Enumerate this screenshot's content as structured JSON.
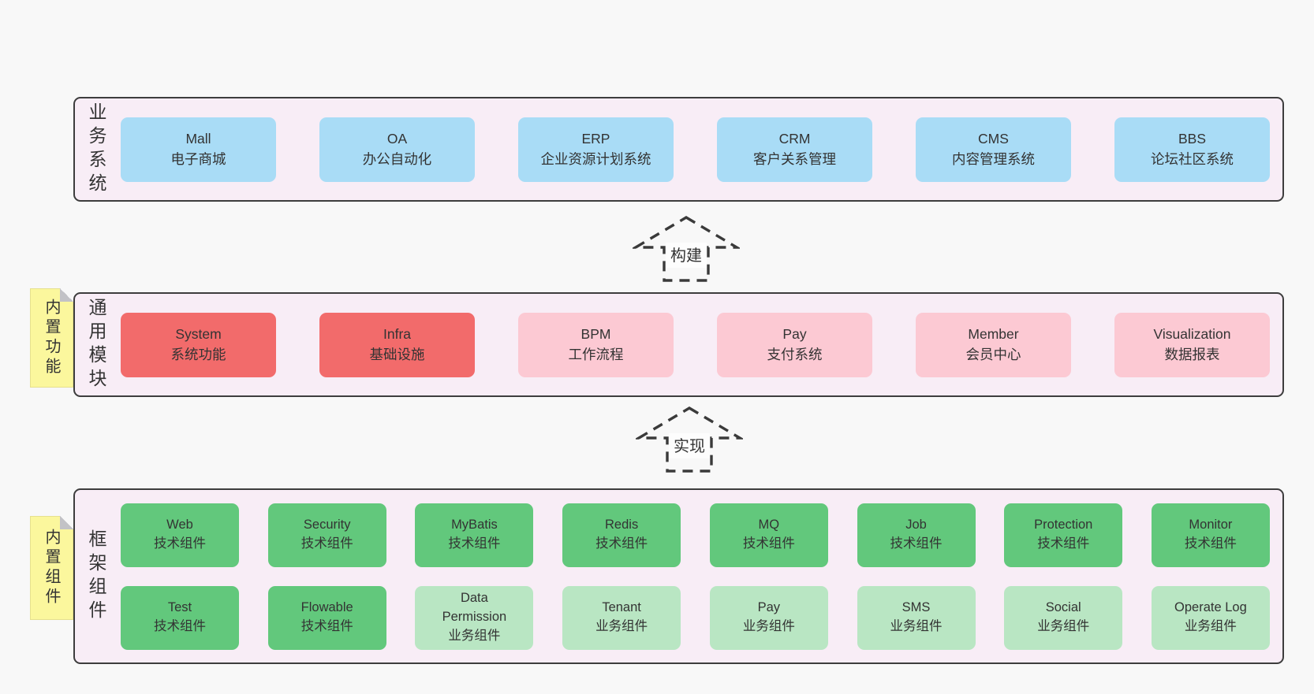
{
  "colors": {
    "page_bg": "#f8f8f8",
    "layer_bg": "#f8edf6",
    "layer_border": "#3d3d3d",
    "blue_box": "#a9dcf6",
    "red_box": "#f26b6b",
    "pink_box": "#fcc9d3",
    "green_box": "#62c87c",
    "light_green_box": "#b9e6c3",
    "note_bg": "#fbf79d",
    "note_fold": "#c2c2c6",
    "text": "#333333"
  },
  "arrows": [
    {
      "label": "构建"
    },
    {
      "label": "实现"
    }
  ],
  "layers": [
    {
      "label": "业务系统",
      "boxes": [
        {
          "name": "Mall",
          "desc": "电子商城"
        },
        {
          "name": "OA",
          "desc": "办公自动化"
        },
        {
          "name": "ERP",
          "desc": "企业资源计划系统"
        },
        {
          "name": "CRM",
          "desc": "客户关系管理"
        },
        {
          "name": "CMS",
          "desc": "内容管理系统"
        },
        {
          "name": "BBS",
          "desc": "论坛社区系统"
        }
      ]
    },
    {
      "label": "通用模块",
      "note": "内置功能",
      "boxes": [
        {
          "name": "System",
          "desc": "系统功能"
        },
        {
          "name": "Infra",
          "desc": "基础设施"
        },
        {
          "name": "BPM",
          "desc": "工作流程"
        },
        {
          "name": "Pay",
          "desc": "支付系统"
        },
        {
          "name": "Member",
          "desc": "会员中心"
        },
        {
          "name": "Visualization",
          "desc": "数据报表"
        }
      ]
    },
    {
      "label": "框架组件",
      "note": "内置组件",
      "rows": [
        [
          {
            "name": "Web",
            "desc": "技术组件"
          },
          {
            "name": "Security",
            "desc": "技术组件"
          },
          {
            "name": "MyBatis",
            "desc": "技术组件"
          },
          {
            "name": "Redis",
            "desc": "技术组件"
          },
          {
            "name": "MQ",
            "desc": "技术组件"
          },
          {
            "name": "Job",
            "desc": "技术组件"
          },
          {
            "name": "Protection",
            "desc": "技术组件"
          },
          {
            "name": "Monitor",
            "desc": "技术组件"
          }
        ],
        [
          {
            "name": "Test",
            "desc": "技术组件"
          },
          {
            "name": "Flowable",
            "desc": "技术组件"
          },
          {
            "name": "Data Permission",
            "desc": "业务组件"
          },
          {
            "name": "Tenant",
            "desc": "业务组件"
          },
          {
            "name": "Pay",
            "desc": "业务组件"
          },
          {
            "name": "SMS",
            "desc": "业务组件"
          },
          {
            "name": "Social",
            "desc": "业务组件"
          },
          {
            "name": "Operate Log",
            "desc": "业务组件"
          }
        ]
      ]
    }
  ]
}
